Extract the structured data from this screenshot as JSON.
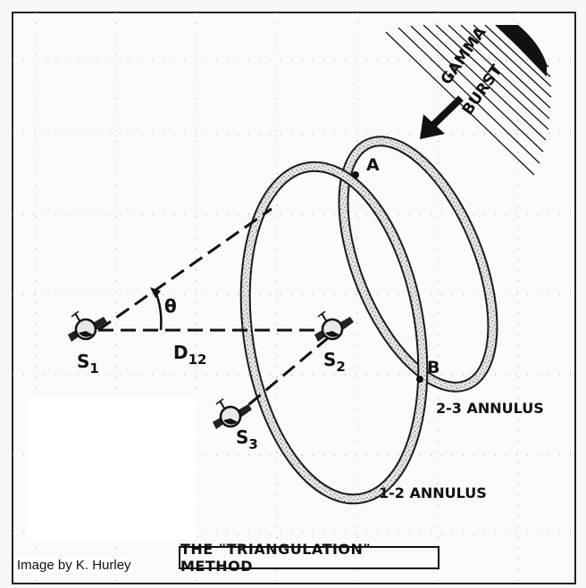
{
  "diagram": {
    "burst_label_1": "GAMMA",
    "burst_label_2": "BURST",
    "point_a": "A",
    "point_b": "B",
    "theta": "θ",
    "baseline": "D12",
    "sat1": "S1",
    "sat2": "S2",
    "sat3": "S3",
    "annulus_12": "1-2 ANNULUS",
    "annulus_23": "2-3 ANNULUS",
    "title": "THE \"TRIANGULATION\" METHOD",
    "credit": "Image by K. Hurley"
  }
}
